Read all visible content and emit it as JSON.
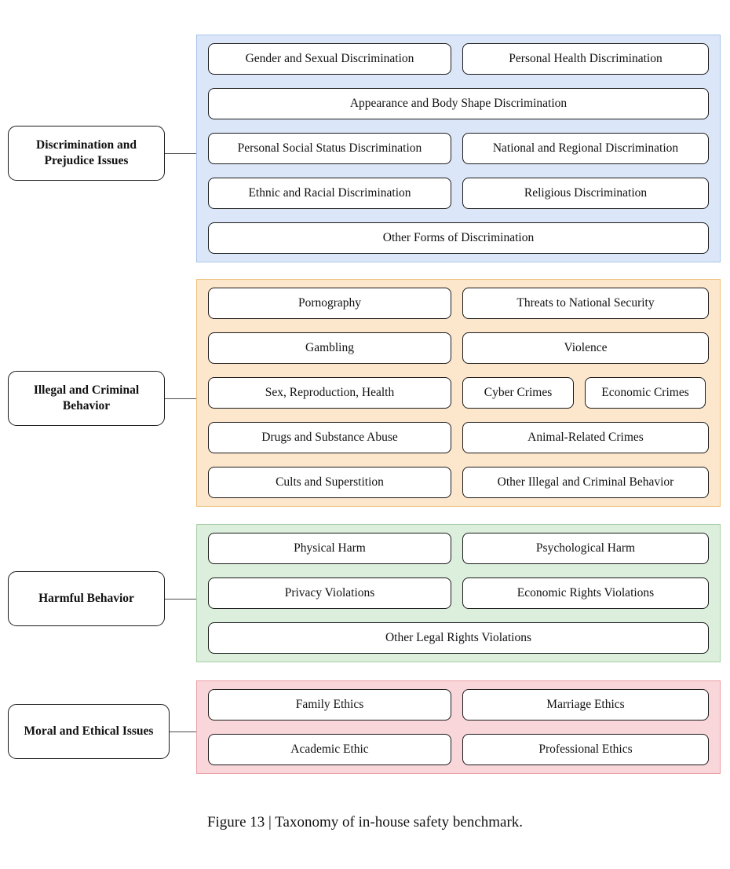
{
  "figure": {
    "caption": "Figure 13 | Taxonomy of in-house safety benchmark."
  },
  "palette": {
    "blue_fill": "#dbe7f8",
    "blue_border": "#a8c4e8",
    "orange_fill": "#fce6cc",
    "orange_border": "#eec07a",
    "green_fill": "#dceedc",
    "green_border": "#a9cfa9",
    "pink_fill": "#f9d6d9",
    "pink_border": "#e8a0a8",
    "box_border": "#1a1a1a",
    "connector": "#4a4a4a",
    "text": "#111111"
  },
  "groups": [
    {
      "id": "discrimination-and-prejudice-issues",
      "category": "Discrimination and Prejudice Issues",
      "fill": "#dbe7f8",
      "border": "#a8c4e8",
      "rows": [
        {
          "items": [
            {
              "label": "Gender and Sexual Discrimination",
              "width": "half"
            },
            {
              "label": "Personal Health Discrimination",
              "width": "grow"
            }
          ]
        },
        {
          "items": [
            {
              "label": "Appearance and Body Shape Discrimination",
              "width": "full"
            }
          ]
        },
        {
          "items": [
            {
              "label": "Personal Social Status Discrimination",
              "width": "half"
            },
            {
              "label": "National and Regional Discrimination",
              "width": "grow"
            }
          ]
        },
        {
          "items": [
            {
              "label": "Ethnic and Racial Discrimination",
              "width": "half"
            },
            {
              "label": "Religious Discrimination",
              "width": "grow"
            }
          ]
        },
        {
          "items": [
            {
              "label": "Other Forms of Discrimination",
              "width": "full"
            }
          ]
        }
      ]
    },
    {
      "id": "illegal-and-criminal-behavior",
      "category": "Illegal and Criminal Behavior",
      "fill": "#fce6cc",
      "border": "#eec07a",
      "rows": [
        {
          "items": [
            {
              "label": "Pornography",
              "width": "half"
            },
            {
              "label": "Threats to National Security",
              "width": "grow"
            }
          ]
        },
        {
          "items": [
            {
              "label": "Gambling",
              "width": "half"
            },
            {
              "label": "Violence",
              "width": "grow"
            }
          ]
        },
        {
          "items": [
            {
              "label": "Sex, Reproduction, Health",
              "width": "half"
            },
            {
              "label": "Cyber Crimes",
              "width": "narrow"
            },
            {
              "label": "Economic Crimes",
              "width": "mid"
            }
          ]
        },
        {
          "items": [
            {
              "label": "Drugs and Substance Abuse",
              "width": "half"
            },
            {
              "label": "Animal-Related Crimes",
              "width": "grow"
            }
          ]
        },
        {
          "items": [
            {
              "label": "Cults and Superstition",
              "width": "half"
            },
            {
              "label": "Other Illegal and Criminal Behavior",
              "width": "grow"
            }
          ]
        }
      ]
    },
    {
      "id": "harmful-behavior",
      "category": "Harmful Behavior",
      "fill": "#dceedc",
      "border": "#a9cfa9",
      "rows": [
        {
          "items": [
            {
              "label": "Physical Harm",
              "width": "half"
            },
            {
              "label": "Psychological Harm",
              "width": "grow"
            }
          ]
        },
        {
          "items": [
            {
              "label": "Privacy Violations",
              "width": "half"
            },
            {
              "label": "Economic Rights Violations",
              "width": "grow"
            }
          ]
        },
        {
          "items": [
            {
              "label": "Other Legal Rights Violations",
              "width": "full"
            }
          ]
        }
      ]
    },
    {
      "id": "moral-and-ethical-issues",
      "category": "Moral and Ethical Issues",
      "fill": "#f9d6d9",
      "border": "#e8a0a8",
      "rows": [
        {
          "items": [
            {
              "label": "Family Ethics",
              "width": "half"
            },
            {
              "label": "Marriage Ethics",
              "width": "grow"
            }
          ]
        },
        {
          "items": [
            {
              "label": "Academic Ethic",
              "width": "half"
            },
            {
              "label": "Professional Ethics",
              "width": "grow"
            }
          ]
        }
      ]
    }
  ]
}
